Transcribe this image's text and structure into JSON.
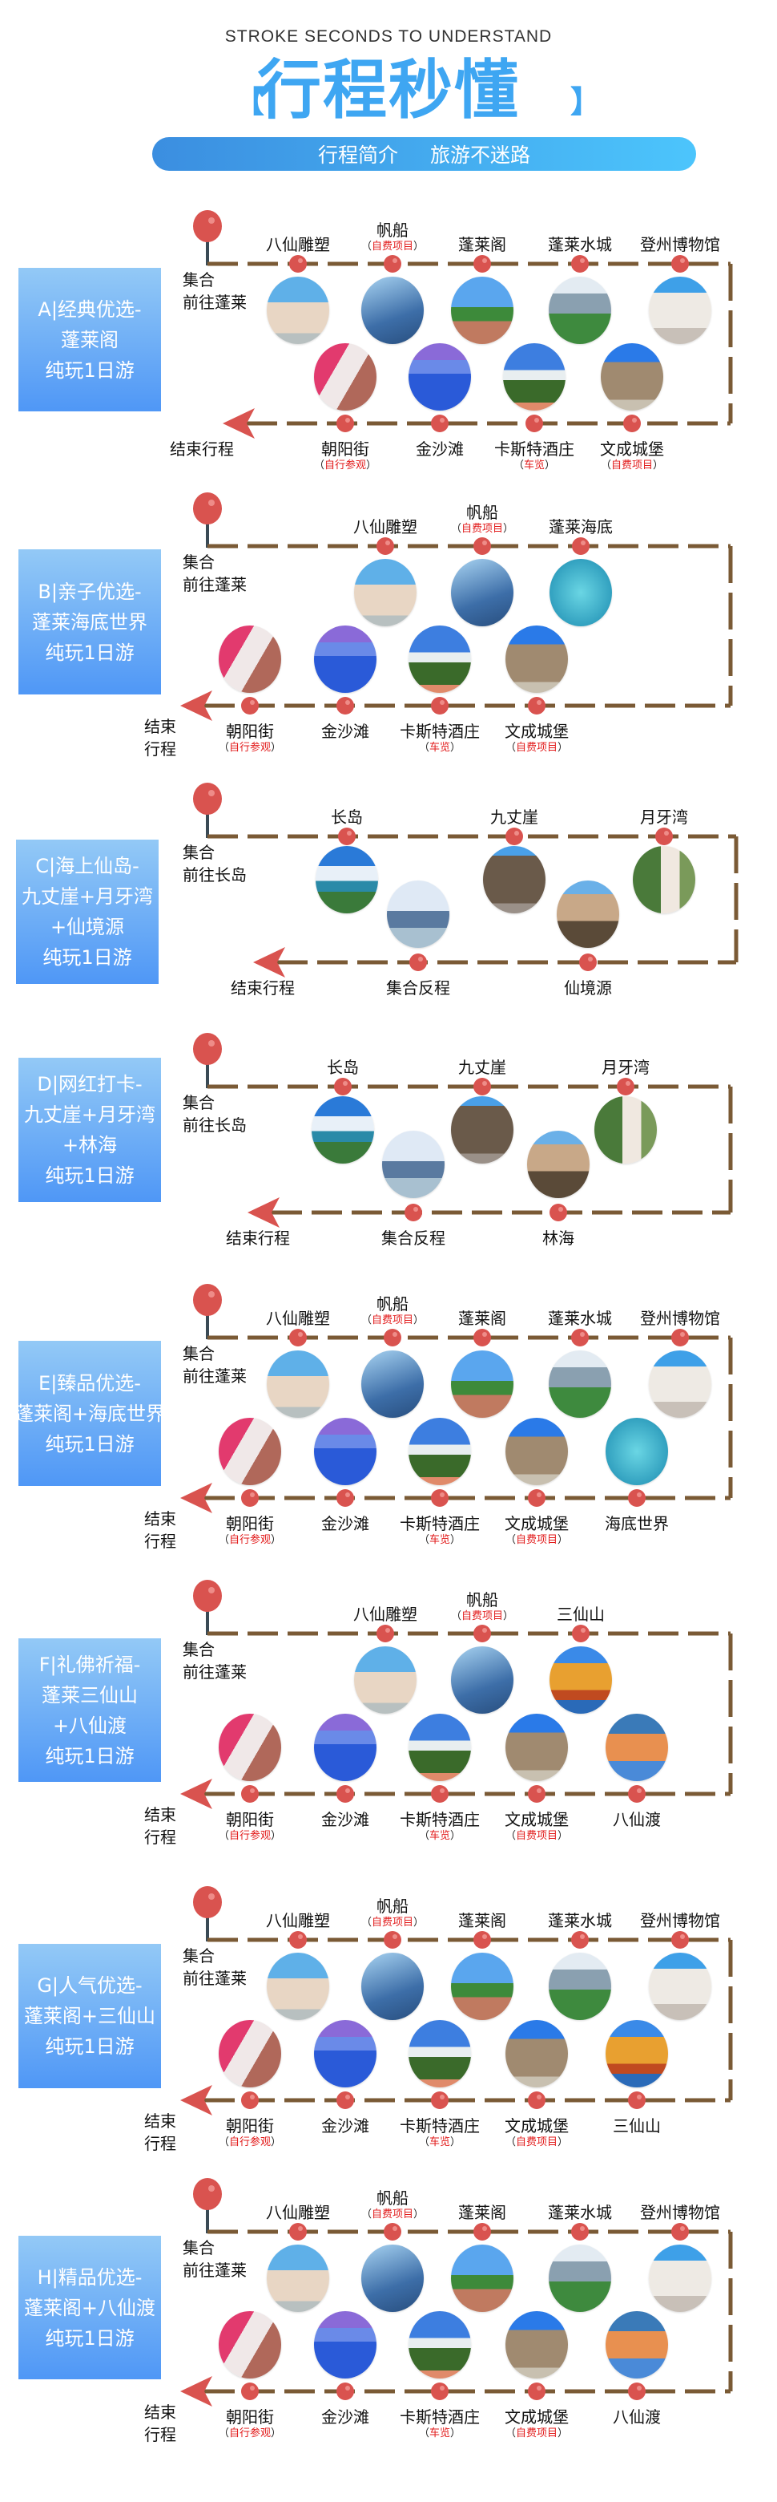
{
  "header": {
    "subtitle_en": "STROKE SECONDS TO UNDERSTAND",
    "title": "行程秒懂",
    "bracket_left": "【",
    "bracket_right": "】",
    "banner_left": "行程简介",
    "banner_right": "旅游不迷路"
  },
  "colors": {
    "accent": "#3ea6f2",
    "route": "#7a5a35",
    "dot": "#d9534f",
    "note": "#e21b1b"
  },
  "sections": [
    {
      "title_lines": [
        "A|经典优选-",
        "蓬莱阁",
        "纯玩1日游"
      ],
      "meet_lines": [
        "集合",
        "前往蓬莱"
      ],
      "end_label": "结束行程",
      "top": [
        {
          "name": "八仙雕塑",
          "img": "sculpture"
        },
        {
          "name": "帆船",
          "note": "自费项目",
          "img": "sailboat"
        },
        {
          "name": "蓬莱阁",
          "img": "penglaige"
        },
        {
          "name": "蓬莱水城",
          "img": "watercity"
        },
        {
          "name": "登州博物馆",
          "img": "museum"
        }
      ],
      "bottom": [
        {
          "name": "朝阳街",
          "note": "自行参观",
          "img": "chaoyang"
        },
        {
          "name": "金沙滩",
          "img": "jinshatan"
        },
        {
          "name": "卡斯特酒庄",
          "note": "车览",
          "img": "winery"
        },
        {
          "name": "文成城堡",
          "note": "自费项目",
          "img": "wencheng"
        }
      ]
    },
    {
      "title_lines": [
        "B|亲子优选-",
        "蓬莱海底世界",
        "纯玩1日游"
      ],
      "meet_lines": [
        "集合",
        "前往蓬莱"
      ],
      "end_label": "结束行程",
      "top": [
        {
          "name": "八仙雕塑",
          "img": "sculpture"
        },
        {
          "name": "帆船",
          "note": "自费项目",
          "img": "sailboat"
        },
        {
          "name": "蓬莱海底",
          "img": "seaworld"
        }
      ],
      "bottom": [
        {
          "name": "朝阳街",
          "note": "自行参观",
          "img": "chaoyang"
        },
        {
          "name": "金沙滩",
          "img": "jinshatan"
        },
        {
          "name": "卡斯特酒庄",
          "note": "车览",
          "img": "winery"
        },
        {
          "name": "文成城堡",
          "note": "自费项目",
          "img": "wencheng"
        }
      ]
    },
    {
      "title_lines": [
        "C|海上仙岛-",
        "九丈崖+月牙湾",
        "+仙境源",
        "纯玩1日游"
      ],
      "meet_lines": [
        "集合",
        "前往长岛"
      ],
      "end_label": "结束行程",
      "top": [
        {
          "name": "长岛",
          "img": "changdao"
        },
        {
          "name": "九丈崖",
          "img": "jiuzhangya"
        },
        {
          "name": "月牙湾",
          "img": "yueyawan"
        }
      ],
      "bottom": [
        {
          "name": "集合反程",
          "img": "ferry"
        },
        {
          "name": "仙境源",
          "img": "xianjingyuan"
        }
      ]
    },
    {
      "title_lines": [
        "D|网红打卡-",
        "九丈崖+月牙湾",
        "+林海",
        "纯玩1日游"
      ],
      "meet_lines": [
        "集合",
        "前往长岛"
      ],
      "end_label": "结束行程",
      "top": [
        {
          "name": "长岛",
          "img": "changdao"
        },
        {
          "name": "九丈崖",
          "img": "jiuzhangya"
        },
        {
          "name": "月牙湾",
          "img": "yueyawan"
        }
      ],
      "bottom": [
        {
          "name": "集合反程",
          "img": "ferry"
        },
        {
          "name": "林海",
          "img": "xianjingyuan"
        }
      ]
    },
    {
      "title_lines": [
        "E|臻品优选-",
        "蓬莱阁+海底世界",
        "纯玩1日游"
      ],
      "meet_lines": [
        "集合",
        "前往蓬莱"
      ],
      "end_label": "结束行程",
      "top": [
        {
          "name": "八仙雕塑",
          "img": "sculpture"
        },
        {
          "name": "帆船",
          "note": "自费项目",
          "img": "sailboat"
        },
        {
          "name": "蓬莱阁",
          "img": "penglaige"
        },
        {
          "name": "蓬莱水城",
          "img": "watercity"
        },
        {
          "name": "登州博物馆",
          "img": "museum"
        }
      ],
      "bottom": [
        {
          "name": "朝阳街",
          "note": "自行参观",
          "img": "chaoyang"
        },
        {
          "name": "金沙滩",
          "img": "jinshatan"
        },
        {
          "name": "卡斯特酒庄",
          "note": "车览",
          "img": "winery"
        },
        {
          "name": "文成城堡",
          "note": "自费项目",
          "img": "wencheng"
        },
        {
          "name": "海底世界",
          "img": "seaworld"
        }
      ]
    },
    {
      "title_lines": [
        "F|礼佛祈福-",
        "蓬莱三仙山",
        "+八仙渡",
        "纯玩1日游"
      ],
      "meet_lines": [
        "集合",
        "前往蓬莱"
      ],
      "end_label": "结束行程",
      "top": [
        {
          "name": "八仙雕塑",
          "img": "sculpture"
        },
        {
          "name": "帆船",
          "note": "自费项目",
          "img": "sailboat"
        },
        {
          "name": "三仙山",
          "img": "sanxianshan"
        }
      ],
      "bottom": [
        {
          "name": "朝阳街",
          "note": "自行参观",
          "img": "chaoyang"
        },
        {
          "name": "金沙滩",
          "img": "jinshatan"
        },
        {
          "name": "卡斯特酒庄",
          "note": "车览",
          "img": "winery"
        },
        {
          "name": "文成城堡",
          "note": "自费项目",
          "img": "wencheng"
        },
        {
          "name": "八仙渡",
          "img": "baxiandu"
        }
      ]
    },
    {
      "title_lines": [
        "G|人气优选-",
        "蓬莱阁+三仙山",
        "纯玩1日游"
      ],
      "meet_lines": [
        "集合",
        "前往蓬莱"
      ],
      "end_label": "结束行程",
      "top": [
        {
          "name": "八仙雕塑",
          "img": "sculpture"
        },
        {
          "name": "帆船",
          "note": "自费项目",
          "img": "sailboat"
        },
        {
          "name": "蓬莱阁",
          "img": "penglaige"
        },
        {
          "name": "蓬莱水城",
          "img": "watercity"
        },
        {
          "name": "登州博物馆",
          "img": "museum"
        }
      ],
      "bottom": [
        {
          "name": "朝阳街",
          "note": "自行参观",
          "img": "chaoyang"
        },
        {
          "name": "金沙滩",
          "img": "jinshatan"
        },
        {
          "name": "卡斯特酒庄",
          "note": "车览",
          "img": "winery"
        },
        {
          "name": "文成城堡",
          "note": "自费项目",
          "img": "wencheng"
        },
        {
          "name": "三仙山",
          "img": "sanxianshan"
        }
      ]
    },
    {
      "title_lines": [
        "H|精品优选-",
        "蓬莱阁+八仙渡",
        "纯玩1日游"
      ],
      "meet_lines": [
        "集合",
        "前往蓬莱"
      ],
      "end_label": "结束行程",
      "top": [
        {
          "name": "八仙雕塑",
          "img": "sculpture"
        },
        {
          "name": "帆船",
          "note": "自费项目",
          "img": "sailboat"
        },
        {
          "name": "蓬莱阁",
          "img": "penglaige"
        },
        {
          "name": "蓬莱水城",
          "img": "watercity"
        },
        {
          "name": "登州博物馆",
          "img": "museum"
        }
      ],
      "bottom": [
        {
          "name": "朝阳街",
          "note": "自行参观",
          "img": "chaoyang"
        },
        {
          "name": "金沙滩",
          "img": "jinshatan"
        },
        {
          "name": "卡斯特酒庄",
          "note": "车览",
          "img": "winery"
        },
        {
          "name": "文成城堡",
          "note": "自费项目",
          "img": "wencheng"
        },
        {
          "name": "八仙渡",
          "img": "baxiandu"
        }
      ]
    }
  ]
}
